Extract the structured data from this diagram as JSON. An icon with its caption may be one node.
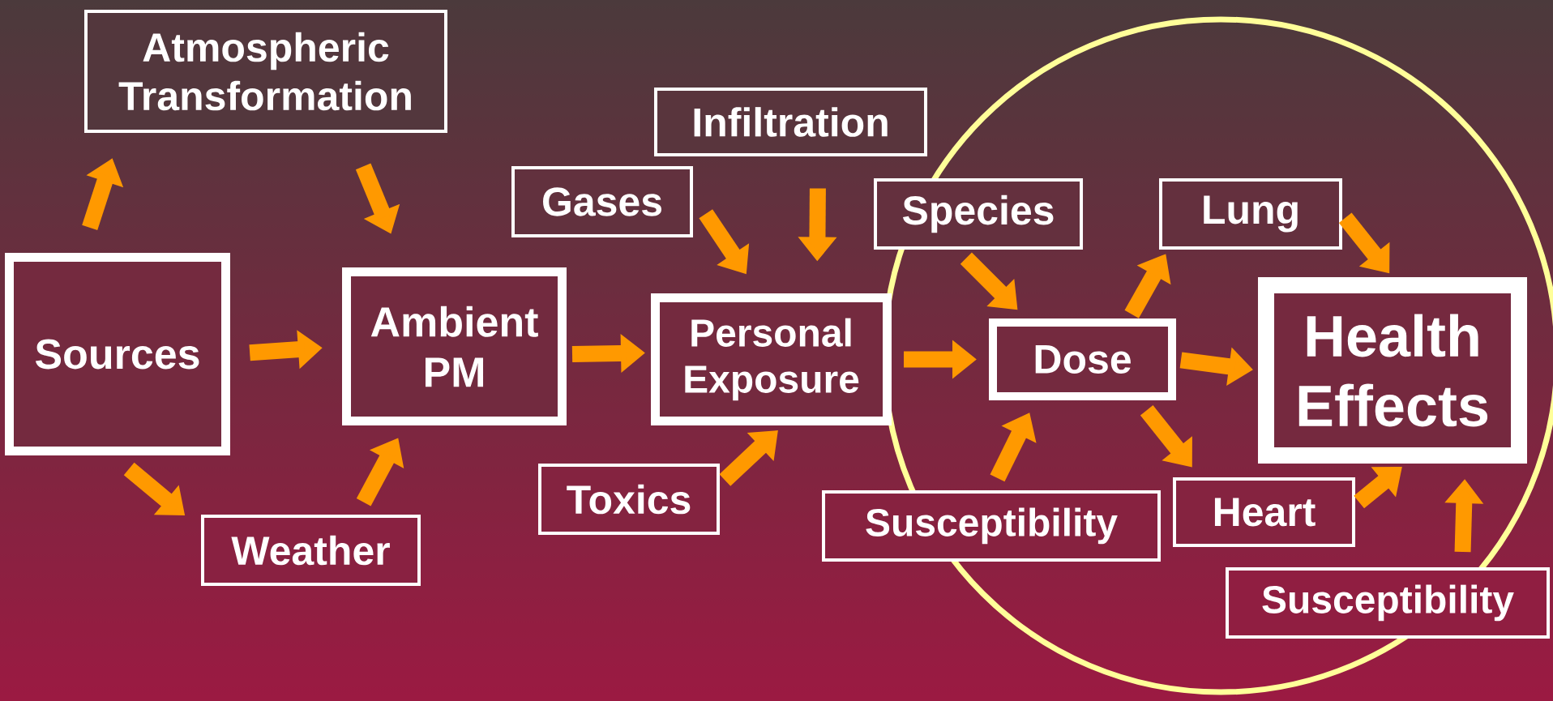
{
  "diagram": {
    "nodes": [
      {
        "text": [
          "Atmospheric Transformation"
        ]
      },
      {
        "text": [
          "Sources"
        ]
      },
      {
        "text": [
          "Ambient PM"
        ]
      },
      {
        "text": [
          "Weather"
        ]
      },
      {
        "text": [
          "Infiltration"
        ]
      },
      {
        "text": [
          "Gases"
        ]
      },
      {
        "text": [
          "Personal Exposure"
        ]
      },
      {
        "text": [
          "Toxics"
        ]
      },
      {
        "text": [
          "Species"
        ]
      },
      {
        "text": [
          "Dose"
        ]
      },
      {
        "text": [
          "Susceptibility"
        ]
      },
      {
        "text": [
          "Lung"
        ]
      },
      {
        "text": [
          "Health Effects"
        ]
      },
      {
        "text": [
          "Heart"
        ]
      },
      {
        "text": [
          "Susceptibility"
        ]
      }
    ],
    "edges": [
      {
        "from": 1,
        "to": 0,
        "arrow": "to"
      },
      {
        "from": 0,
        "to": 2,
        "arrow": "to"
      },
      {
        "from": 1,
        "to": 3,
        "arrow": "to"
      },
      {
        "from": 3,
        "to": 2,
        "arrow": "to"
      },
      {
        "from": 1,
        "to": 2,
        "arrow": "to"
      },
      {
        "from": 2,
        "to": 6,
        "arrow": "to"
      },
      {
        "from": 5,
        "to": 6,
        "arrow": "to"
      },
      {
        "from": 4,
        "to": 6,
        "arrow": "to"
      },
      {
        "from": 7,
        "to": 6,
        "arrow": "to"
      },
      {
        "from": 6,
        "to": 9,
        "arrow": "to"
      },
      {
        "from": 8,
        "to": 9,
        "arrow": "to"
      },
      {
        "from": 10,
        "to": 9,
        "arrow": "to"
      },
      {
        "from": 9,
        "to": 11,
        "arrow": "to"
      },
      {
        "from": 9,
        "to": 13,
        "arrow": "to"
      },
      {
        "from": 9,
        "to": 12,
        "arrow": "to"
      },
      {
        "from": 11,
        "to": 12,
        "arrow": "to"
      },
      {
        "from": 13,
        "to": 12,
        "arrow": "to"
      },
      {
        "from": 14,
        "to": 12,
        "arrow": "to"
      }
    ]
  }
}
